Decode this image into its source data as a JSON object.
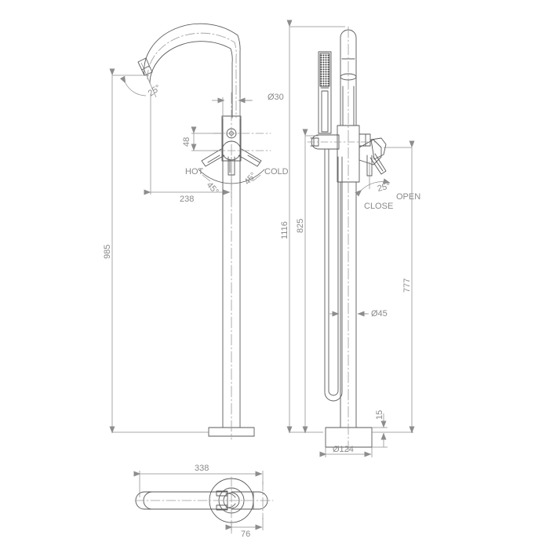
{
  "drawing": {
    "title": "Floor standing bath shower mixer technical drawing",
    "line_color": "#5a5a5a",
    "dim_color": "#8d8d8d",
    "center_color": "#9a9a9a",
    "hatch_color": "#3b3b3b",
    "background": "#ffffff"
  },
  "views": {
    "front": {
      "name": "front-elevation-spout"
    },
    "side": {
      "name": "side-elevation-handshower"
    },
    "plan": {
      "name": "plan-view"
    }
  },
  "dimensions": {
    "spout_angle": "25°",
    "spout_bore_dia": "Ø30",
    "handle_offset": "48",
    "hot_angle": "45°",
    "cold_angle": "45°",
    "spout_reach": "238",
    "overall_height_front": "985",
    "overall_height_side": "1116",
    "handshower_height": "825",
    "lever_angle": "25°",
    "riser_to_base": "777",
    "riser_dia": "Ø45",
    "base_thickness": "15",
    "base_dia": "Ø124",
    "plan_length": "338",
    "plan_offset": "76"
  },
  "labels": {
    "hot": "HOT",
    "cold": "COLD",
    "open": "OPEN",
    "close": "CLOSE"
  }
}
